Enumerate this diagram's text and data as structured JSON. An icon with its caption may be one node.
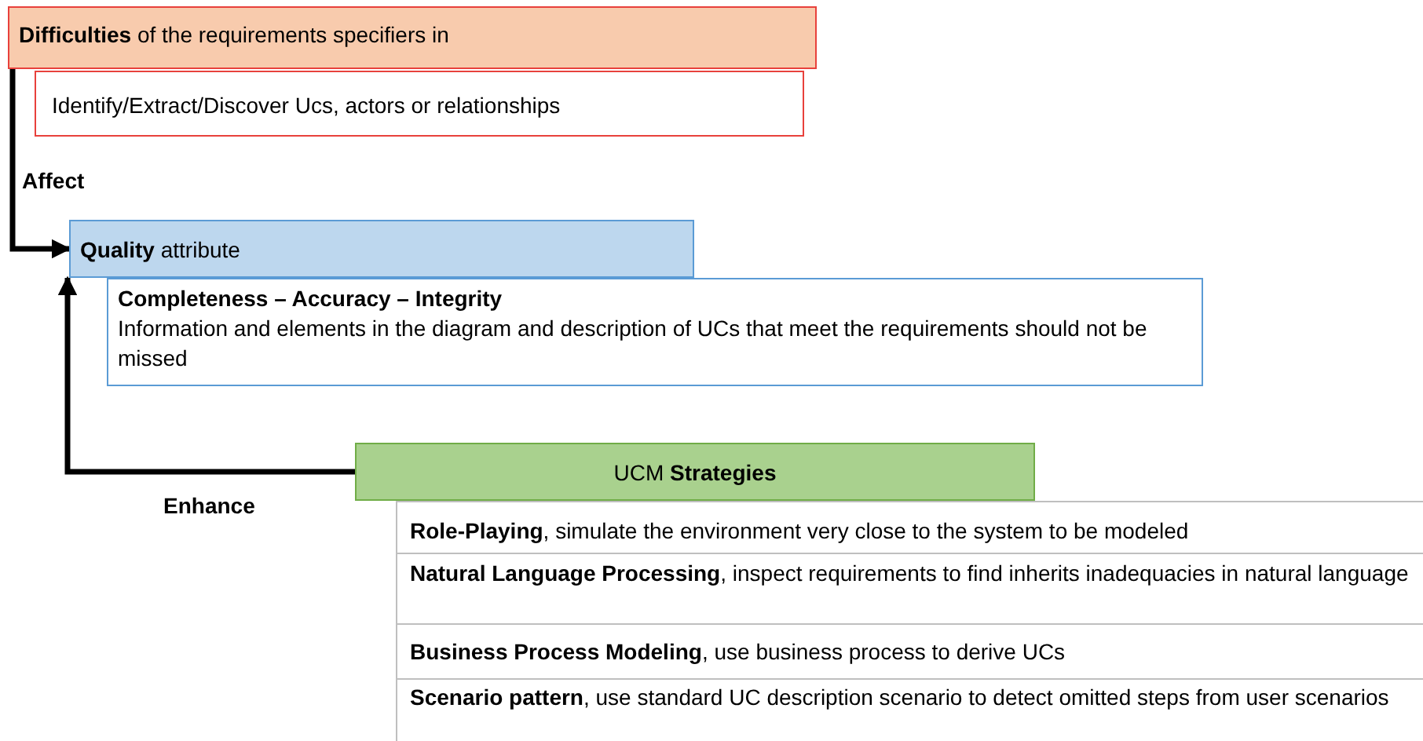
{
  "diagram": {
    "nodes": [
      {
        "text": [
          "**Difficulties** of the requirements specifiers in"
        ]
      },
      {
        "text": [
          "Identify/Extract/Discover Ucs, actors or relationships"
        ]
      },
      {
        "text": [
          "**Quality** attribute"
        ]
      },
      {
        "text": [
          "Completeness – Accuracy – Integrity",
          "Information and elements in the diagram and description of UCs that meet the requirements should not be missed"
        ]
      },
      {
        "text": [
          "UCM **Strategies**"
        ]
      },
      {
        "text": [
          "**Role-Playing**, simulate the environment very close to the system to be modeled"
        ]
      },
      {
        "text": [
          "**Natural Language Processing**, inspect requirements to find inherits inadequacies in natural language"
        ]
      },
      {
        "text": [
          "**Business Process Modeling**, use business process to derive UCs"
        ]
      },
      {
        "text": [
          "**Scenario pattern**, use standard UC description scenario to detect omitted steps from user scenarios"
        ]
      }
    ],
    "edges": [
      {
        "from": 0,
        "to": 2,
        "arrow": "to",
        "label": "Affect"
      },
      {
        "from": 4,
        "to": 2,
        "arrow": "to",
        "label": "Enhance"
      }
    ]
  }
}
